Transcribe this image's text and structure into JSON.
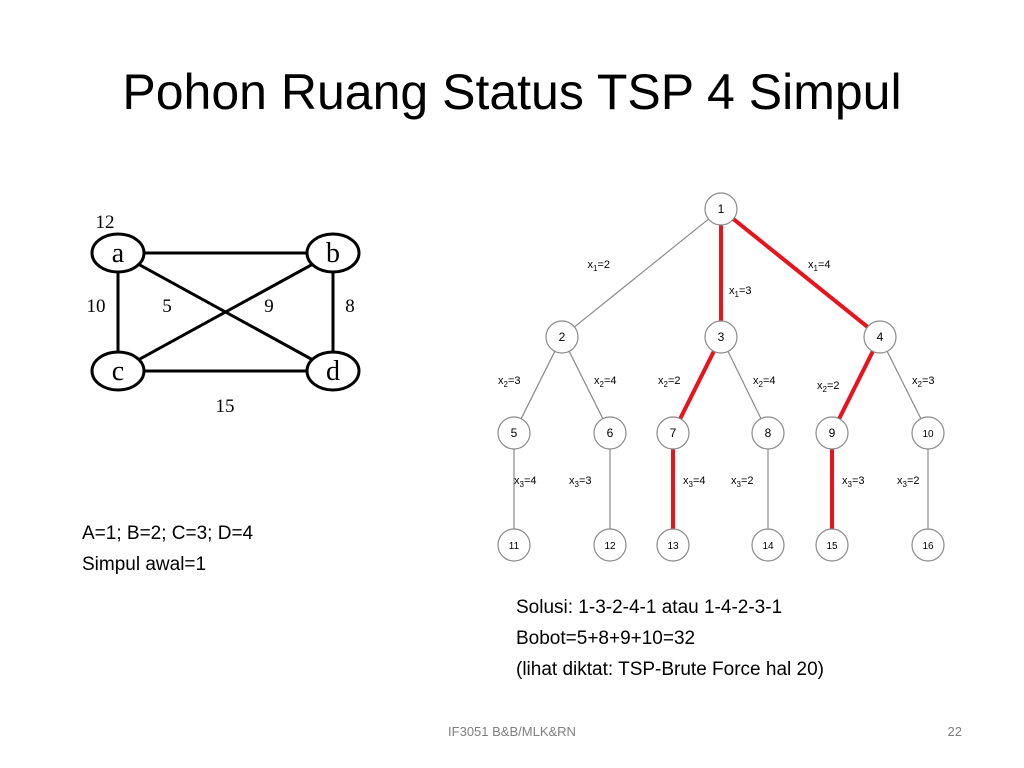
{
  "slide": {
    "title": "Pohon Ruang Status TSP 4 Simpul",
    "mapping": "A=1; B=2; C=3; D=4",
    "start": "Simpul awal=1",
    "solution_lines": [
      "Solusi: 1-3-2-4-1 atau 1-4-2-3-1",
      "Bobot=5+8+9+10=32",
      "(lihat diktat: TSP-Brute Force hal 20)"
    ],
    "footer_center": "IF3051 B&B/MLK&RN",
    "footer_page": "22"
  },
  "graph": {
    "nodes": [
      "a",
      "b",
      "c",
      "d"
    ],
    "edges": [
      {
        "from": "a",
        "to": "b",
        "weight": "12"
      },
      {
        "from": "a",
        "to": "c",
        "weight": "10"
      },
      {
        "from": "a",
        "to": "d",
        "weight": "5"
      },
      {
        "from": "b",
        "to": "c",
        "weight": "9"
      },
      {
        "from": "b",
        "to": "d",
        "weight": "8"
      },
      {
        "from": "c",
        "to": "d",
        "weight": "15"
      }
    ]
  },
  "tree": {
    "highlight_color": "#e8141c",
    "nodes": [
      "1",
      "2",
      "3",
      "4",
      "5",
      "6",
      "7",
      "8",
      "9",
      "10",
      "11",
      "12",
      "13",
      "14",
      "15",
      "16"
    ],
    "edges": [
      {
        "from": "1",
        "to": "2",
        "var": "x",
        "sub": "1",
        "val": "=2",
        "highlight": false
      },
      {
        "from": "1",
        "to": "3",
        "var": "x",
        "sub": "1",
        "val": "=3",
        "highlight": true
      },
      {
        "from": "1",
        "to": "4",
        "var": "x",
        "sub": "1",
        "val": "=4",
        "highlight": true
      },
      {
        "from": "2",
        "to": "5",
        "var": "x",
        "sub": "2",
        "val": "=3",
        "highlight": false
      },
      {
        "from": "2",
        "to": "6",
        "var": "x",
        "sub": "2",
        "val": "=4",
        "highlight": false
      },
      {
        "from": "3",
        "to": "7",
        "var": "x",
        "sub": "2",
        "val": "=2",
        "highlight": true
      },
      {
        "from": "3",
        "to": "8",
        "var": "x",
        "sub": "2",
        "val": "=4",
        "highlight": false
      },
      {
        "from": "4",
        "to": "9",
        "var": "x",
        "sub": "2",
        "val": "=2",
        "highlight": true
      },
      {
        "from": "4",
        "to": "10",
        "var": "x",
        "sub": "2",
        "val": "=3",
        "highlight": false
      },
      {
        "from": "5",
        "to": "11",
        "var": "x",
        "sub": "3",
        "val": "=4",
        "highlight": false
      },
      {
        "from": "6",
        "to": "12",
        "var": "x",
        "sub": "3",
        "val": "=3",
        "highlight": false
      },
      {
        "from": "7",
        "to": "13",
        "var": "x",
        "sub": "3",
        "val": "=4",
        "highlight": true
      },
      {
        "from": "8",
        "to": "14",
        "var": "x",
        "sub": "3",
        "val": "=2",
        "highlight": false
      },
      {
        "from": "9",
        "to": "15",
        "var": "x",
        "sub": "3",
        "val": "=3",
        "highlight": true
      },
      {
        "from": "10",
        "to": "16",
        "var": "x",
        "sub": "3",
        "val": "=2",
        "highlight": false
      }
    ]
  }
}
